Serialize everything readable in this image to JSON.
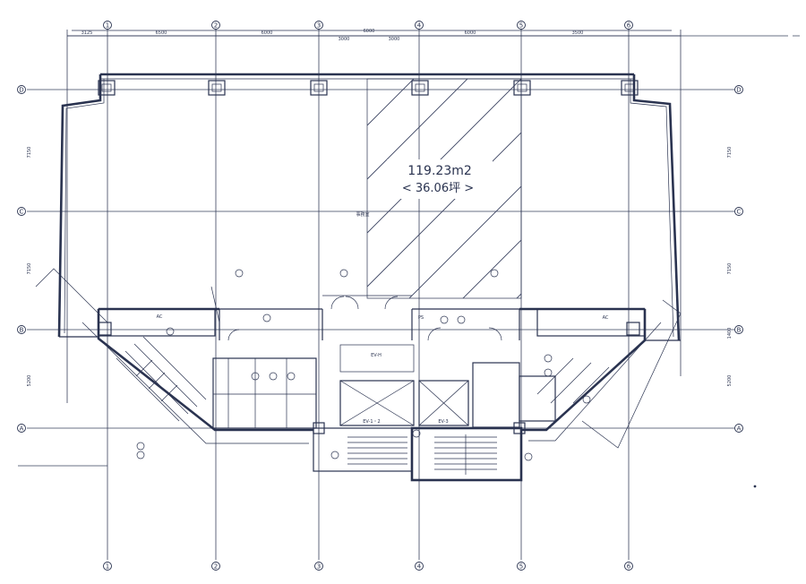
{
  "area": {
    "sqm": "119.23m2",
    "tsubo": "< 36.06坪 >"
  },
  "column_grid_labels": {
    "vertical": [
      "1",
      "2",
      "3",
      "4",
      "5",
      "6"
    ],
    "horizontal": [
      "D",
      "C",
      "B",
      "A"
    ]
  },
  "top_dimensions": [
    "3125",
    "6500",
    "6000",
    "6000",
    "6000",
    "3500",
    "3000",
    "3000"
  ],
  "side_dimensions": [
    "7150",
    "7150",
    "5200",
    "1400"
  ],
  "room_labels": {
    "elevator_1_2": "EV-1・2",
    "elevator_3": "EV-3",
    "elevator_hall": "EV-H",
    "ac_left": "AC",
    "ac_right": "AC",
    "ps": "PS",
    "office_center": "事務室"
  }
}
